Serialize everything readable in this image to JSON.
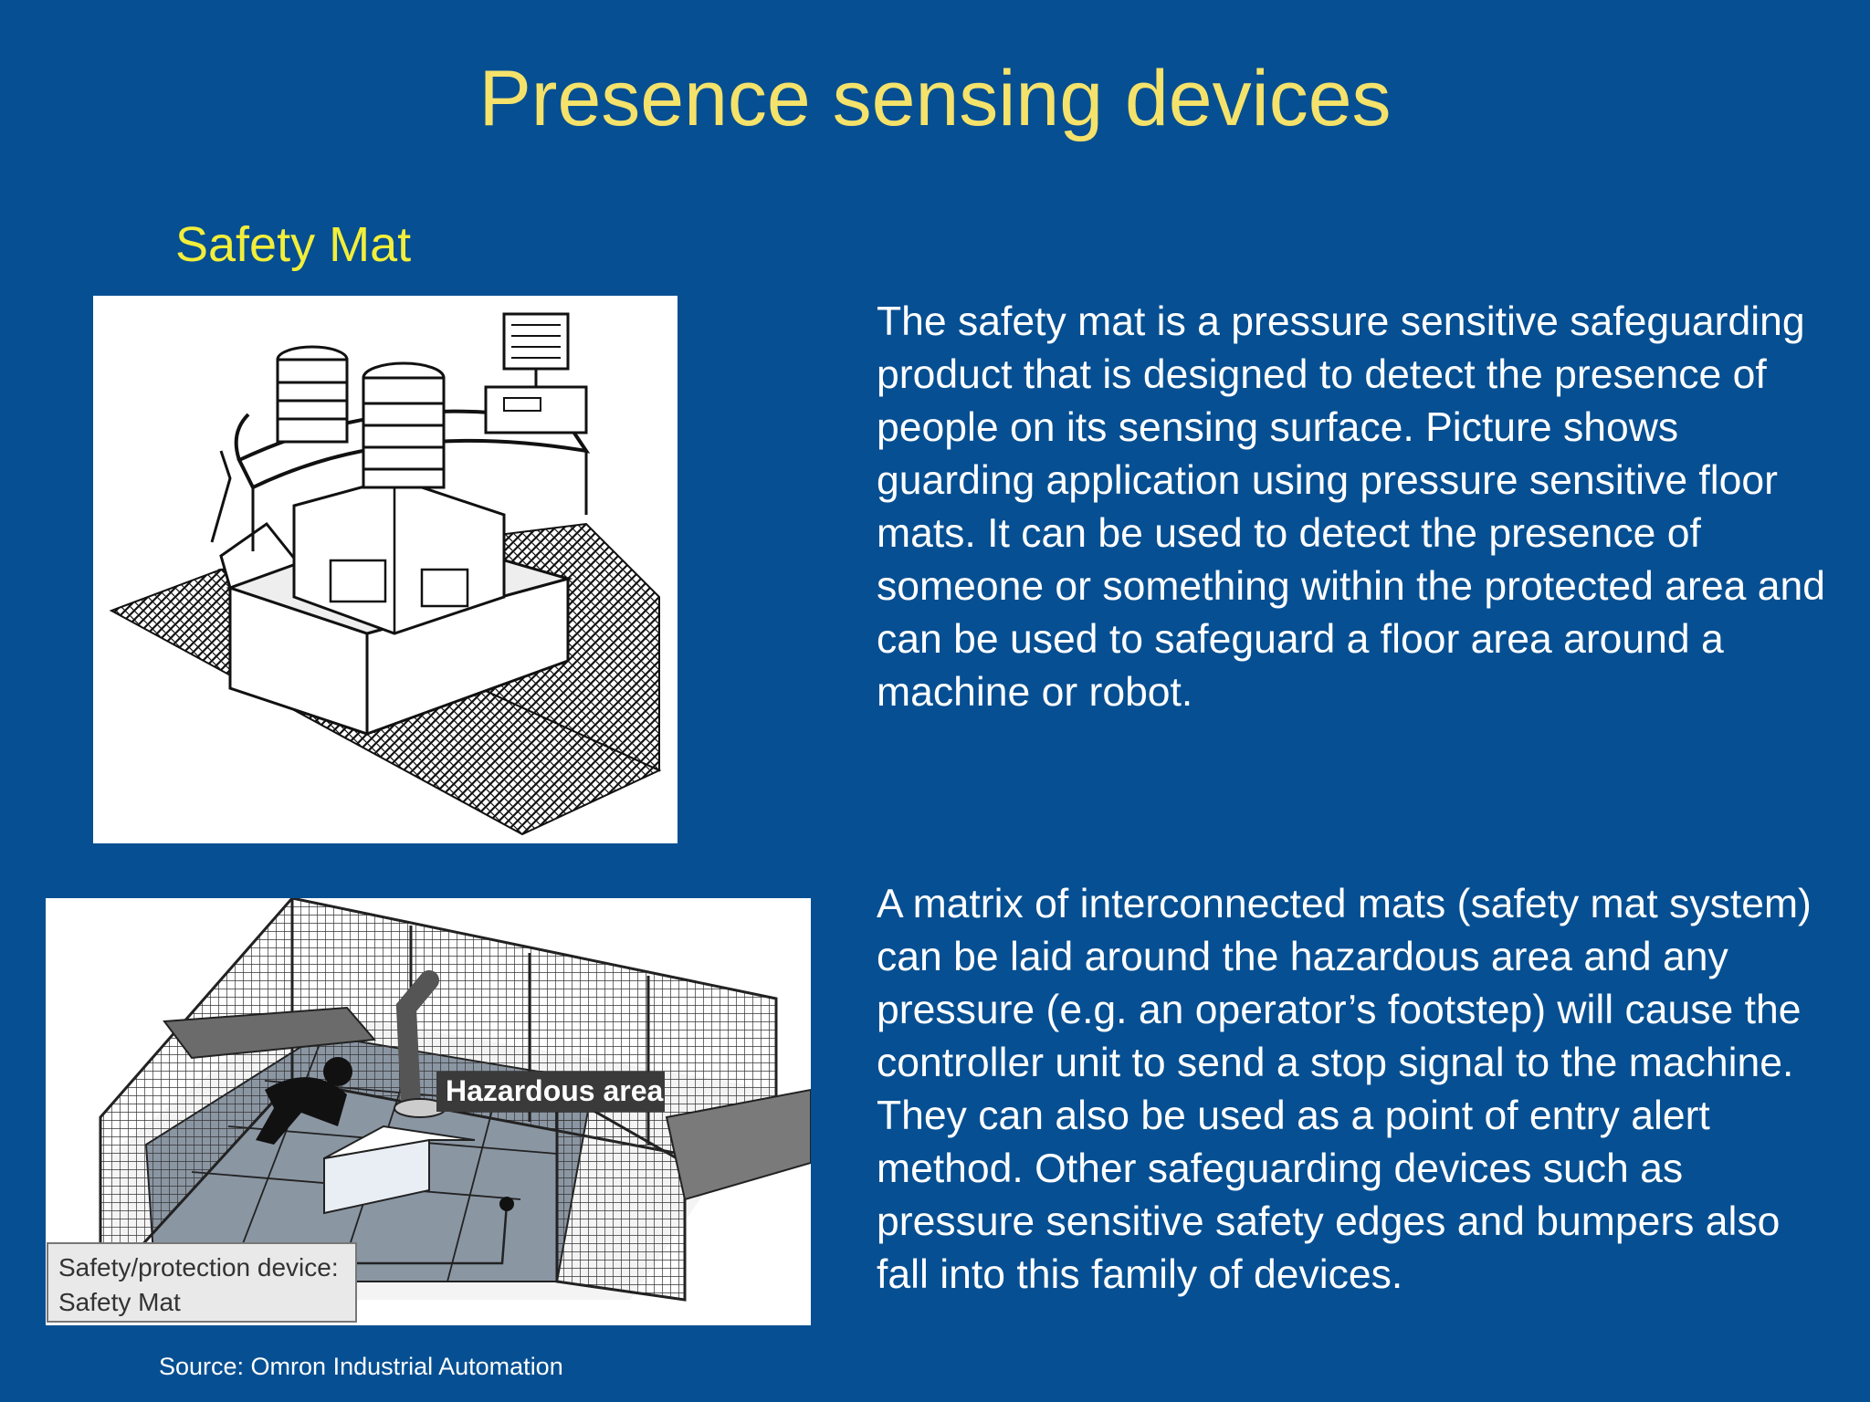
{
  "slide": {
    "title": "Presence sensing devices",
    "subtitle": "Safety Mat",
    "paragraph_1": "The safety mat is a pressure sensitive safeguarding product that is designed to detect the presence of people on its sensing surface. Picture shows guarding application using pressure sensitive floor mats. It can be used to detect the presence of someone or something within the protected area and can be used to safeguard a floor area around a machine or robot.",
    "paragraph_2": " A matrix of interconnected mats (safety mat system) can be laid around the hazardous area and any pressure (e.g. an operator’s footstep) will cause the controller unit to send a stop signal to the machine. They can also be used as a point of entry alert method. Other safeguarding devices such as pressure sensitive safety edges and bumpers also fall into this family of devices.",
    "source": "Source: Omron Industrial Automation"
  },
  "figure_2": {
    "hazard_label": "Hazardous area",
    "device_label_line1": "Safety/protection device:",
    "device_label_line2": "Safety Mat"
  },
  "colors": {
    "background": "#064f92",
    "title": "#f5e26a",
    "subtitle": "#f2ee3a",
    "body_text": "#ffffff"
  }
}
